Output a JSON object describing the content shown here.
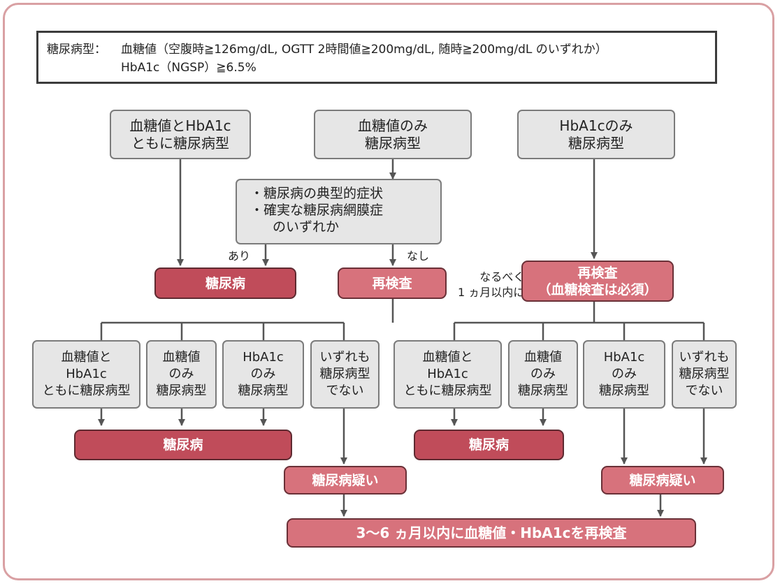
{
  "definition": {
    "label": "糖尿病型：",
    "line1": "血糖値（空腹時≧126mg/dL, OGTT 2時間値≧200mg/dL, 随時≧200mg/dL のいずれか）",
    "line2": "HbA1c（NGSP）≧6.5%"
  },
  "top": {
    "both": [
      "血糖値とHbA1c",
      "ともに糖尿病型"
    ],
    "glucose_only": [
      "血糖値のみ",
      "糖尿病型"
    ],
    "hba1c_only": [
      "HbA1cのみ",
      "糖尿病型"
    ]
  },
  "symptoms": {
    "bullet1": "・糖尿病の典型的症状",
    "bullet2": "・確実な糖尿病網膜症",
    "bullet3": "のいずれか"
  },
  "branch": {
    "yes": "あり",
    "no": "なし"
  },
  "results": {
    "diabetes": "糖尿病",
    "retest": "再検査",
    "retest_required": [
      "再検査",
      "（血糖検査は必須）"
    ],
    "suspect": "糖尿病疑い",
    "final": "3〜6 ヵ月以内に血糖値・HbA1cを再検査"
  },
  "note_within_month": [
    "なるべく",
    "1 ヵ月以内に"
  ],
  "left_outcomes": [
    [
      "血糖値と",
      "HbA1c",
      "ともに糖尿病型"
    ],
    [
      "血糖値",
      "のみ",
      "糖尿病型"
    ],
    [
      "HbA1c",
      "のみ",
      "糖尿病型"
    ],
    [
      "いずれも",
      "糖尿病型",
      "でない"
    ]
  ],
  "right_outcomes": [
    [
      "血糖値と",
      "HbA1c",
      "ともに糖尿病型"
    ],
    [
      "血糖値",
      "のみ",
      "糖尿病型"
    ],
    [
      "HbA1c",
      "のみ",
      "糖尿病型"
    ],
    [
      "いずれも",
      "糖尿病型",
      "でない"
    ]
  ],
  "colors": {
    "dark_result": "#c04c5a",
    "mid_result": "#d7727c",
    "box_grey": "#e6e6e6",
    "frame": "#d9a0a3"
  }
}
